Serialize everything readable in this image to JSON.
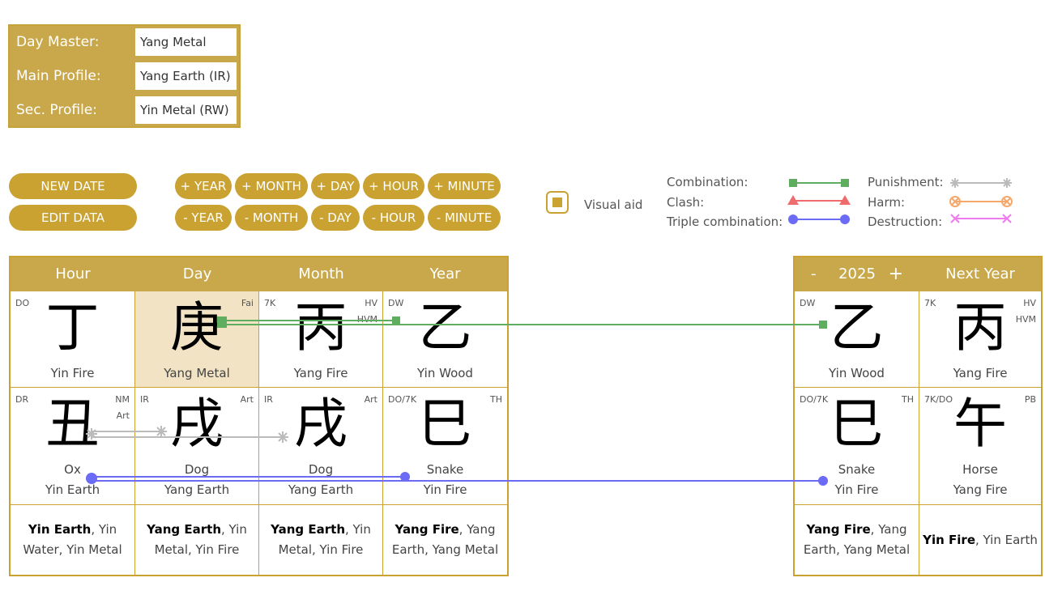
{
  "profile": {
    "rows": [
      {
        "label": "Day Master:",
        "value": "Yang Metal"
      },
      {
        "label": "Main Profile:",
        "value": "Yang Earth (IR)"
      },
      {
        "label": "Sec. Profile:",
        "value": "Yin Metal (RW)"
      }
    ]
  },
  "buttons": {
    "new_date": "NEW DATE",
    "edit_data": "EDIT DATA",
    "plus_year": "+ YEAR",
    "plus_month": "+ MONTH",
    "plus_day": "+ DAY",
    "plus_hour": "+ HOUR",
    "plus_minute": "+ MINUTE",
    "minus_year": "- YEAR",
    "minus_month": "- MONTH",
    "minus_day": "- DAY",
    "minus_hour": "- HOUR",
    "minus_minute": "- MINUTE"
  },
  "visual_aid": {
    "label": "Visual aid",
    "checked": true
  },
  "legend": {
    "combination": "Combination:",
    "clash": "Clash:",
    "triple": "Triple combination:",
    "punishment": "Punishment:",
    "harm": "Harm:",
    "destruction": "Destruction:",
    "colors": {
      "combination": "#5fae5f",
      "clash": "#f06b6b",
      "triple": "#6b6bf5",
      "punishment": "#bbbbbb",
      "harm": "#f5a86b",
      "destruction": "#f07bf0"
    }
  },
  "colors": {
    "accent": "#c9a232",
    "header": "#c9a84c",
    "highlight": "#f1e3c3"
  },
  "chart": {
    "headers": [
      "Hour",
      "Day",
      "Month",
      "Year"
    ],
    "stems": [
      {
        "tl": "DO",
        "tr": "",
        "tr2": "",
        "glyph": "丁",
        "name": "Yin Fire"
      },
      {
        "tl": "",
        "tr": "Fai",
        "tr2": "",
        "glyph": "庚",
        "name": "Yang Metal"
      },
      {
        "tl": "7K",
        "tr": "HV",
        "tr2": "HVM",
        "glyph": "丙",
        "name": "Yang Fire"
      },
      {
        "tl": "DW",
        "tr": "",
        "tr2": "",
        "glyph": "乙",
        "name": "Yin Wood"
      }
    ],
    "branches": [
      {
        "tl": "DR",
        "tr": "NM",
        "tr2": "Art",
        "glyph": "丑",
        "animal": "Ox",
        "element": "Yin Earth"
      },
      {
        "tl": "IR",
        "tr": "Art",
        "tr2": "",
        "glyph": "戌",
        "animal": "Dog",
        "element": "Yang Earth"
      },
      {
        "tl": "IR",
        "tr": "Art",
        "tr2": "",
        "glyph": "戌",
        "animal": "Dog",
        "element": "Yang Earth"
      },
      {
        "tl": "DO/7K",
        "tr": "TH",
        "tr2": "",
        "glyph": "巳",
        "animal": "Snake",
        "element": "Yin Fire"
      }
    ],
    "hidden": [
      {
        "main": "Yin Earth",
        "rest": ", Yin Water, Yin Metal"
      },
      {
        "main": "Yang Earth",
        "rest": ", Yin Metal, Yin Fire"
      },
      {
        "main": "Yang Earth",
        "rest": ", Yin Metal, Yin Fire"
      },
      {
        "main": "Yang Fire",
        "rest": ", Yang Earth, Yang Metal"
      }
    ]
  },
  "luck": {
    "minus": "-",
    "year": "2025",
    "plus": "+",
    "next_year": "Next Year",
    "stems": [
      {
        "tl": "DW",
        "tr": "",
        "tr2": "",
        "glyph": "乙",
        "name": "Yin Wood"
      },
      {
        "tl": "7K",
        "tr": "HV",
        "tr2": "HVM",
        "glyph": "丙",
        "name": "Yang Fire"
      }
    ],
    "branches": [
      {
        "tl": "DO/7K",
        "tr": "TH",
        "tr2": "",
        "glyph": "巳",
        "animal": "Snake",
        "element": "Yin Fire"
      },
      {
        "tl": "7K/DO",
        "tr": "PB",
        "tr2": "",
        "glyph": "午",
        "animal": "Horse",
        "element": "Yang Fire"
      }
    ],
    "hidden": [
      {
        "main": "Yang Fire",
        "rest": ", Yang Earth, Yang Metal"
      },
      {
        "main": "Yin Fire",
        "rest": ", Yin Earth"
      }
    ]
  }
}
